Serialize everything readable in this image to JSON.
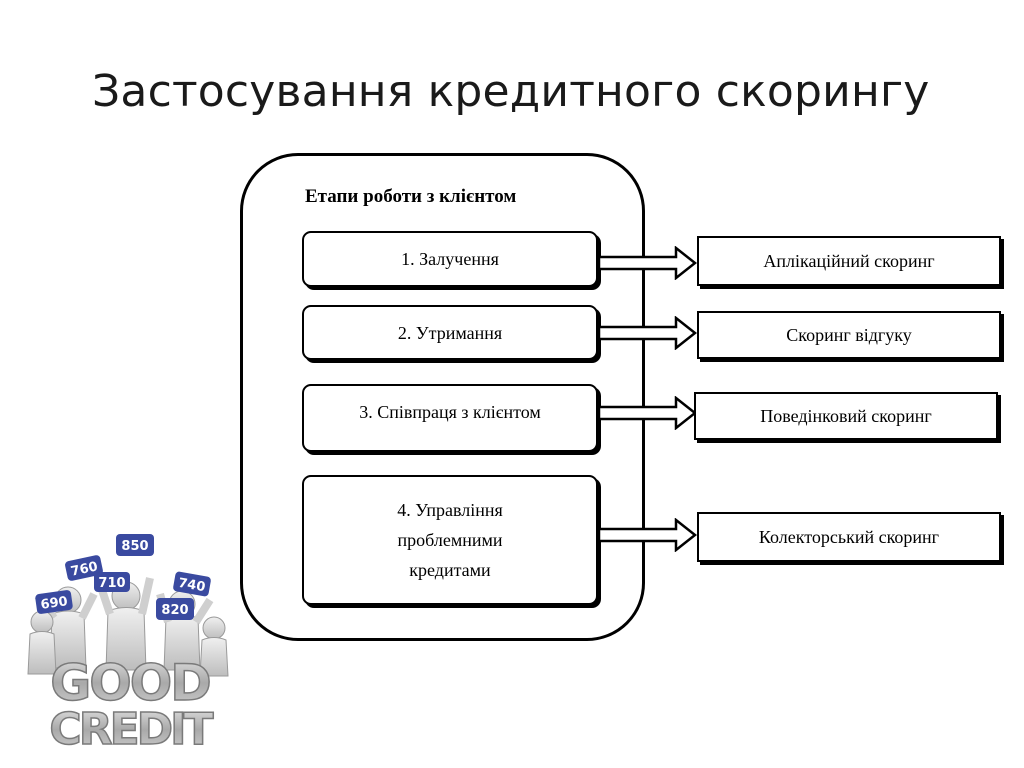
{
  "slide": {
    "title": "Застосування кредитного скорингу"
  },
  "diagram": {
    "container_title": "Етапи роботи з клієнтом",
    "stages": [
      {
        "lines": [
          "1. Залучення"
        ]
      },
      {
        "lines": [
          "2. Утримання"
        ]
      },
      {
        "lines": [
          "3. Співпраця з клієнтом"
        ]
      },
      {
        "lines": [
          "4. Управління",
          "проблемними",
          "кредитами"
        ]
      }
    ],
    "results": [
      "Аплікаційний скоринг",
      "Скоринг відгуку",
      "Поведінковий скоринг",
      "Колекторський скоринг"
    ]
  },
  "illustration": {
    "name": "good-credit-figures",
    "score_signs": [
      "850",
      "760",
      "710",
      "740",
      "820",
      "690"
    ],
    "banner_words": [
      "GOOD",
      "CREDIT"
    ],
    "colors": {
      "figure": "#d4d4d4",
      "sign": "#3a4aa0",
      "banner": "#b8b8b8"
    }
  }
}
